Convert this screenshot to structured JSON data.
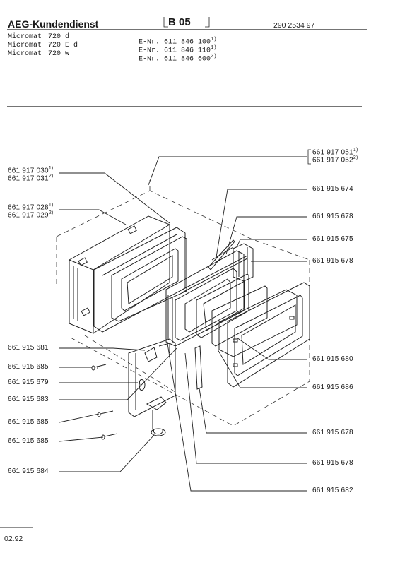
{
  "header": {
    "brand": "AEG-Kundendienst",
    "sheet": "B 05",
    "doc_number": "290 2534 97"
  },
  "models": [
    {
      "name": "Micromat",
      "variant": "720 d",
      "enr": "E-Nr. 611 846 100",
      "note": "1)"
    },
    {
      "name": "Micromat",
      "variant": "720 E d",
      "enr": "E-Nr. 611 846 110",
      "note": "1)"
    },
    {
      "name": "Micromat",
      "variant": "720 w",
      "enr": "E-Nr. 611 846 600",
      "note": "2)"
    }
  ],
  "left_labels": [
    {
      "part": "661 917 030",
      "note": "1)"
    },
    {
      "part": "661 917 031",
      "note": "2)"
    },
    {
      "part": "661 917 028",
      "note": "1)"
    },
    {
      "part": "661 917 029",
      "note": "2)"
    },
    {
      "part": "661 915 681",
      "note": ""
    },
    {
      "part": "661 915 685",
      "note": ""
    },
    {
      "part": "661 915 679",
      "note": ""
    },
    {
      "part": "661 915 683",
      "note": ""
    },
    {
      "part": "661 915 685",
      "note": ""
    },
    {
      "part": "661 915 685",
      "note": ""
    },
    {
      "part": "661 915 684",
      "note": ""
    }
  ],
  "right_labels": [
    {
      "part": "661 917 051",
      "note": "1)"
    },
    {
      "part": "661 917 052",
      "note": "2)"
    },
    {
      "part": "661 915 674",
      "note": ""
    },
    {
      "part": "661 915 678",
      "note": ""
    },
    {
      "part": "661 915 675",
      "note": ""
    },
    {
      "part": "661 915 678",
      "note": ""
    },
    {
      "part": "661 915 680",
      "note": ""
    },
    {
      "part": "661 915 686",
      "note": ""
    },
    {
      "part": "661 915 678",
      "note": ""
    },
    {
      "part": "661 915 678",
      "note": ""
    },
    {
      "part": "661 915 682",
      "note": ""
    }
  ],
  "footer": {
    "date": "02.92"
  }
}
